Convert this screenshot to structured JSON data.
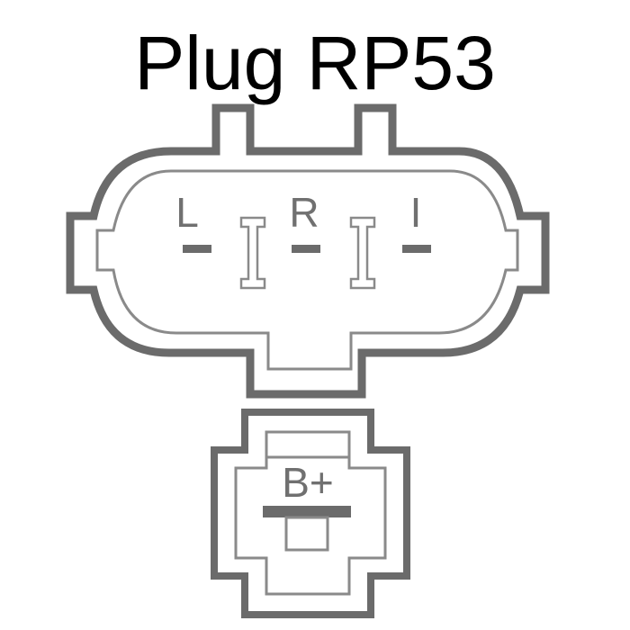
{
  "title": "Plug RP53",
  "plug_main": {
    "pins": [
      {
        "label": "L"
      },
      {
        "label": "R"
      },
      {
        "label": "I"
      }
    ]
  },
  "plug_b": {
    "pin": {
      "label": "B+"
    }
  },
  "colors": {
    "outline": "#6b6b6b",
    "inner_outline": "#8a8a8a",
    "label": "#707070",
    "title": "#000000",
    "background": "#ffffff"
  }
}
